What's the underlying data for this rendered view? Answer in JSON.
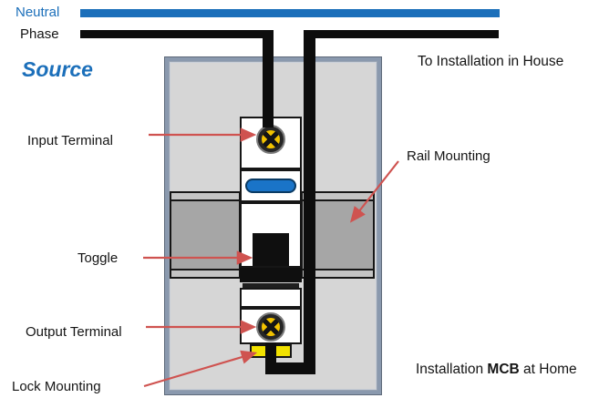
{
  "wiring": {
    "neutral_label": "Neutral",
    "phase_label": "Phase",
    "source_label": "Source",
    "to_installation_label": "To Installation in House"
  },
  "panel": {
    "input_terminal_label": "Input Terminal",
    "toggle_label": "Toggle",
    "output_terminal_label": "Output Terminal",
    "lock_mounting_label": "Lock Mounting",
    "rail_mounting_label": "Rail Mounting"
  },
  "footer": {
    "installation_prefix": "Installation ",
    "installation_bold": "MCB",
    "installation_suffix": " at Home"
  },
  "colors": {
    "accent-blue": "#1b6fba",
    "wire-black": "#0d0d0d",
    "arrow-red": "#cf5350",
    "panel-border": "#8a99ae",
    "panel-bg": "#d6d6d6",
    "rail-main": "#a6a6a6",
    "rail-strip": "#c4c4c4",
    "screw-yellow": "#f2c200",
    "clip-yellow": "#f2e200",
    "pill-blue": "#1a74c8"
  }
}
